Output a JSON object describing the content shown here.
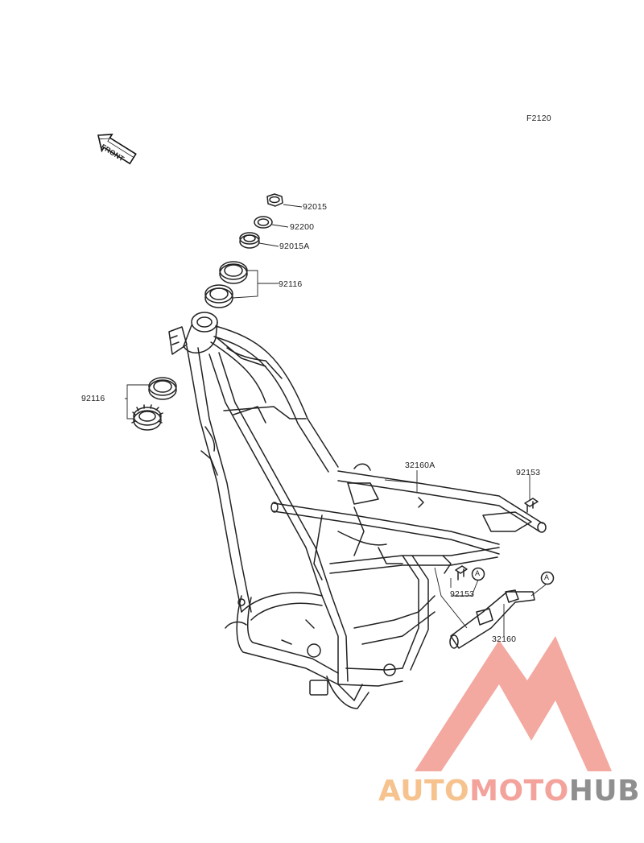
{
  "diagram": {
    "code": "F2120",
    "front_arrow_text": "FRONT",
    "callout_letter": "A",
    "parts": [
      {
        "id": "p1",
        "number": "92015"
      },
      {
        "id": "p2",
        "number": "92200"
      },
      {
        "id": "p3",
        "number": "92015A"
      },
      {
        "id": "p4",
        "number": "92116"
      },
      {
        "id": "p5",
        "number": "92116"
      },
      {
        "id": "p6",
        "number": "32160A"
      },
      {
        "id": "p7",
        "number": "92153"
      },
      {
        "id": "p8",
        "number": "92153"
      },
      {
        "id": "p9",
        "number": "32160"
      }
    ]
  },
  "watermark": {
    "part1": "AUTO",
    "part2": "MOTO",
    "part3": "HUB",
    "colors": {
      "triangle": "#f29a90",
      "auto": "#f6c28e",
      "moto": "#f3a39b",
      "hub": "#8f8f8f"
    }
  }
}
